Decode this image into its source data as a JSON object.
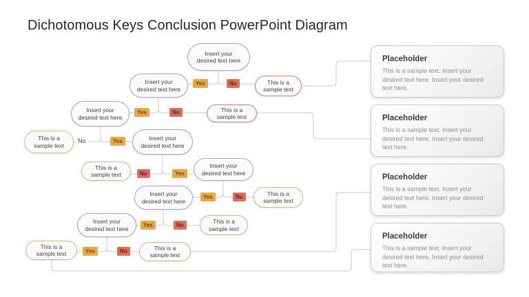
{
  "title": "Dichotomous Keys Conclusion PowerPoint Diagram",
  "flow": {
    "decision_line1": "Insert your",
    "decision_line2": "desired text here",
    "result_line1": "This is a",
    "result_line2": "sample text",
    "yes_label": "Yes",
    "no_label": "No"
  },
  "placeholders": [
    {
      "heading": "Placeholder",
      "body": "This is a sample text. Insert your desired text here. Insert your desired text here."
    },
    {
      "heading": "Placeholder",
      "body": "This is a sample text. Insert your desired text here. Insert your desired text here."
    },
    {
      "heading": "Placeholder",
      "body": "This is a sample text. Insert your desired text here. Insert your desired text here."
    },
    {
      "heading": "Placeholder",
      "body": "This is a sample text. Insert your desired text here. Insert your desired text here."
    }
  ],
  "colors": {
    "decision_border": "#a4a0d6",
    "result_tan_border": "#d8b487",
    "result_red_border": "#ca8171",
    "yes_badge_bg": "#e8a845",
    "yes_badge_text": "#74480c",
    "no_badge_bg": "#d5715c",
    "no_badge_text": "#74180a",
    "connector": "#c9c9c9"
  }
}
